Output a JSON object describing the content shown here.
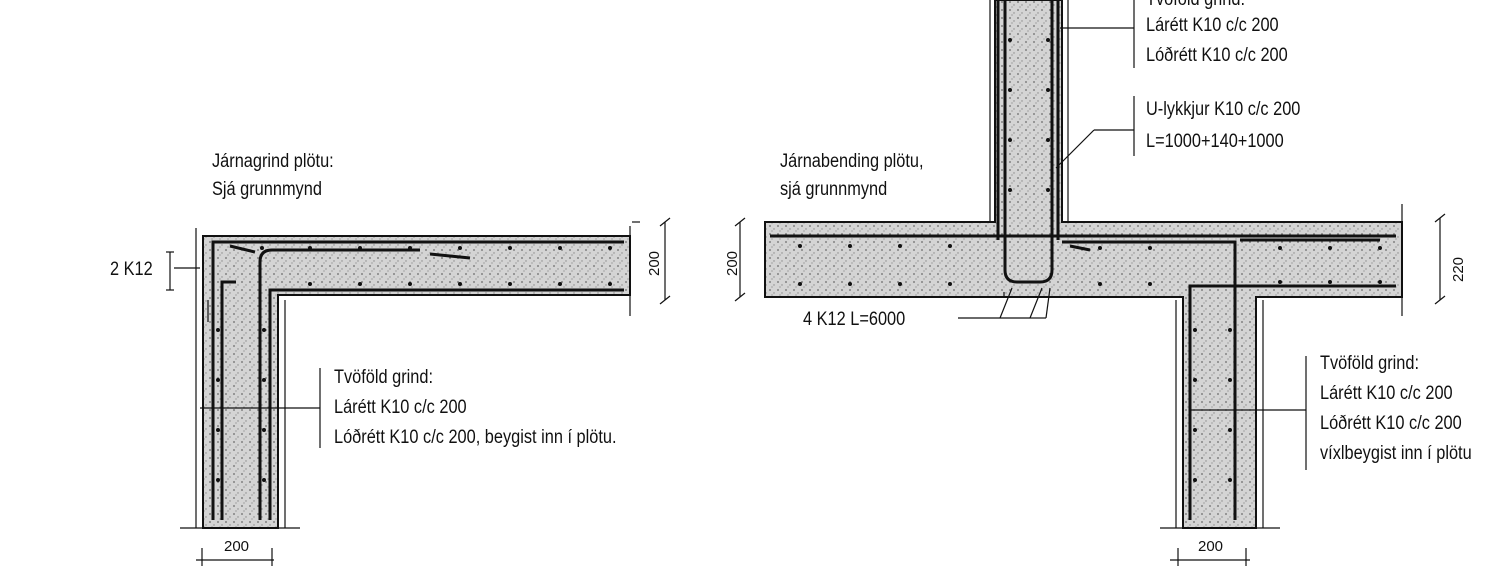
{
  "left_detail": {
    "slab_note_line1": "Járnagrind plötu:",
    "slab_note_line2": "Sjá grunnmynd",
    "corner_bars": "2 K12",
    "grid_title": "Tvöföld grind:",
    "grid_horizontal": "Lárétt K10 c/c 200",
    "grid_vertical": "Lóðrétt K10 c/c 200, beygist inn í plötu.",
    "dim_wall": "200",
    "dim_slab": "200"
  },
  "right_detail": {
    "top_grid_title": "Tvöföld grind:",
    "top_grid_horizontal": "Lárétt K10 c/c 200",
    "top_grid_vertical": "Lóðrétt K10 c/c 200",
    "u_bars_line1": "U-lykkjur K10 c/c 200",
    "u_bars_line2": "L=1000+140+1000",
    "slab_note_line1": "Járnabending plötu,",
    "slab_note_line2": "sjá grunnmynd",
    "long_bars": "4 K12 L=6000",
    "bottom_grid_title": "Tvöföld grind:",
    "bottom_grid_horizontal": "Lárétt K10 c/c 200",
    "bottom_grid_vertical": "Lóðrétt K10 c/c 200",
    "bottom_grid_note": "víxlbeygist inn í plötu",
    "dim_left": "200",
    "dim_right": "220",
    "dim_wall": "200"
  },
  "colors": {
    "ink": "#111111",
    "concrete": "#cfcfcf",
    "background": "#ffffff"
  }
}
